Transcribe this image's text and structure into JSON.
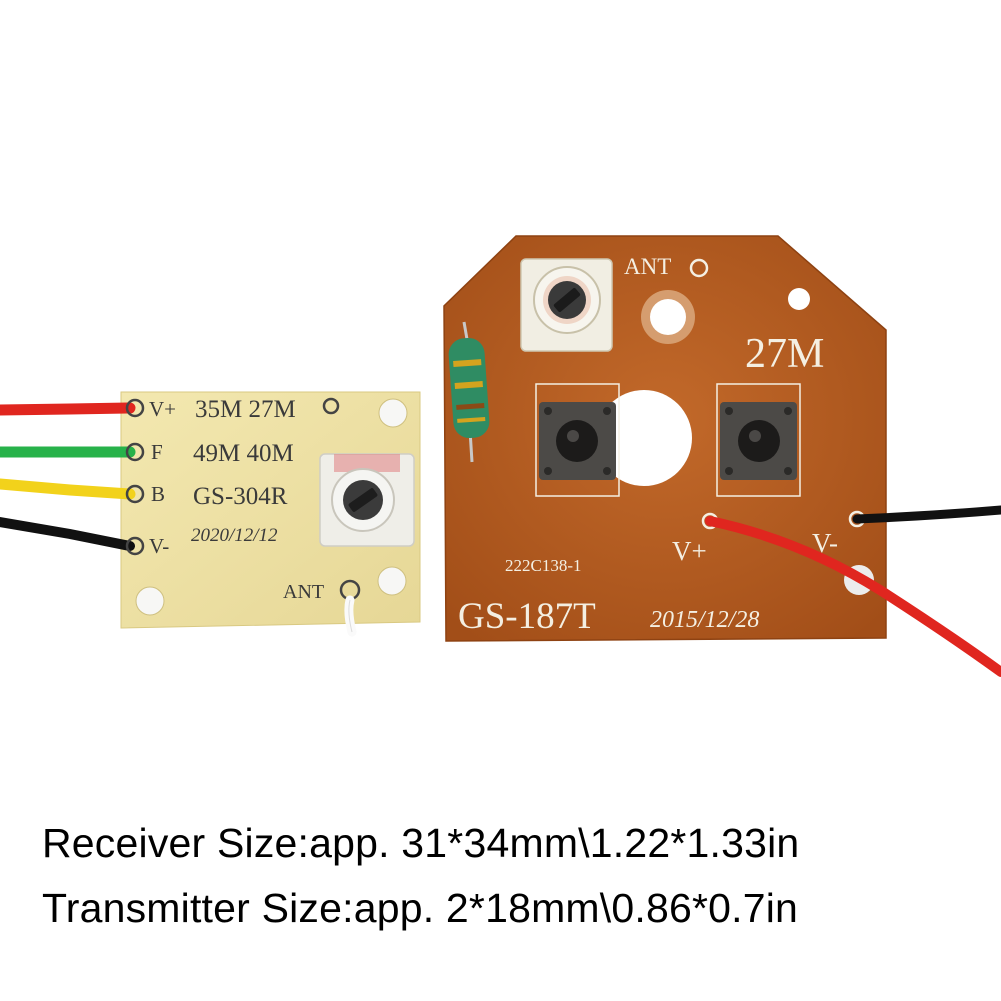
{
  "receiver_board": {
    "pins": [
      "V+",
      "F",
      "B",
      "V-"
    ],
    "freq_row_1": "35M 27M",
    "freq_row_2": "49M 40M",
    "model": "GS-304R",
    "date": "2020/12/12",
    "ant_label": "ANT",
    "wire_colors": [
      "#e0261f",
      "#27b24a",
      "#f2d21b",
      "#111111"
    ],
    "board_color": "#efe3a8"
  },
  "transmitter_board": {
    "ant_label": "ANT",
    "freq": "27M",
    "part_code": "222C138-1",
    "v_plus": "V+",
    "v_minus": "V-",
    "model": "GS-187T",
    "date": "2015/12/28",
    "board_color": "#b75a1f"
  },
  "captions": {
    "receiver": "Receiver Size:app. 31*34mm\\1.22*1.33in",
    "transmitter": "Transmitter Size:app. 2*18mm\\0.86*0.7in"
  }
}
